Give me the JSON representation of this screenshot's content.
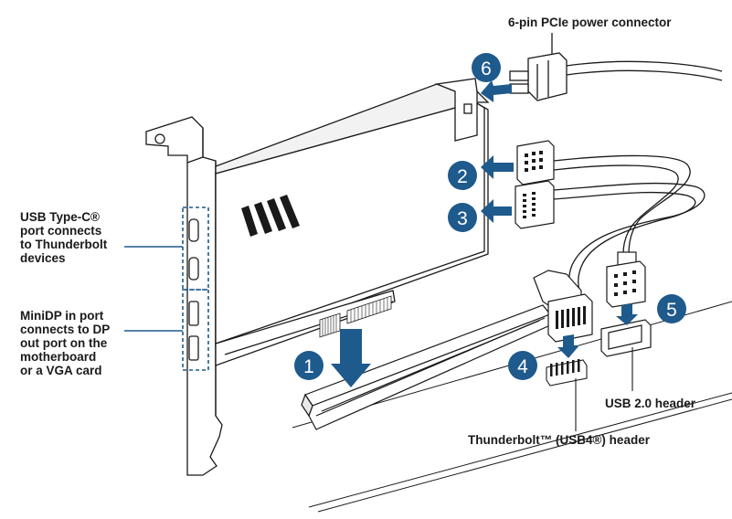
{
  "labels": {
    "usb_typec": "USB Type-C®\nport connects\nto Thunderbolt\ndevices",
    "minidp": "MiniDP in port\nconnects to DP\nout port on the\nmotherboard\nor a VGA card",
    "power_connector": "6-pin PCIe power connector",
    "usb20_header": "USB 2.0 header",
    "thunderbolt_header": "Thunderbolt™ (USB4®) header"
  },
  "steps": [
    "1",
    "2",
    "3",
    "4",
    "5",
    "6"
  ],
  "colors": {
    "step_circle": "#1f5a8c",
    "arrow_blue": "#1f5a8c",
    "line": "#1a1a1a",
    "callout_blue": "#1f5a8c"
  },
  "icons": [
    "usb-type-c-port-icon",
    "minidp-port-icon",
    "arrow-icon"
  ]
}
